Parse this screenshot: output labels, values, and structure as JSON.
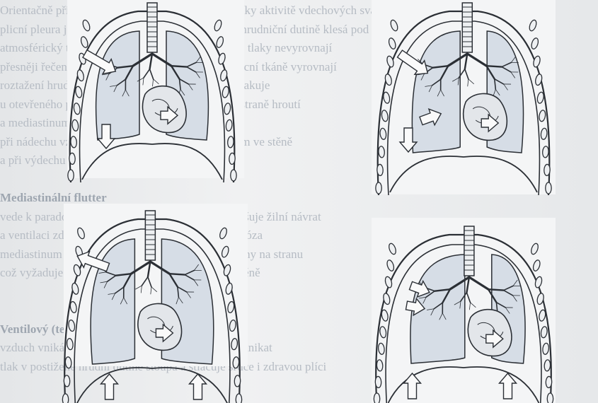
{
  "background_text": [
    "Orientačně připomínáme, že nadechnutí probíhá díky aktivitě vdechových svalů",
    "plicní pleura je napínána hrudní stěnou a tlak v pohrudniční dutině klesá pod",
    "atmosférický tlak; vzduch proudí do plic, dokud se tlaky nevyrovnají",
    "přesněji řečeno do okamžiku, kdy elastické síly plicní tkáně vyrovnají",
    "roztažení hrudníku při nádechu a celý proces se opakuje",
    "u otevřeného pneumotoraxu se plíce na postižené straně hroutí",
    "a mediastinum se přesouvá ke zdravé straně",
    "při nádechu vzduch vniká do hrudní dutiny otvorem ve stěně",
    "a při výdechu naopak uniká",
    "",
    "Mediastinální flutter",
    "vede k paradoxnímu pohybu mezihrudí, který narušuje žilní návrat",
    "a ventilaci zdravé plíce; objevuje se dušnost a cyanóza",
    "mediastinum se při každém dechu přesouvá ze strany na stranu",
    "což vyžaduje okamžité uzavření otvoru v hrudní stěně",
    "",
    "",
    "Ventilový (tenzní) pneumotorax",
    "vzduch vniká při vdechu, ale při výdechu nemůže unikat",
    "tlak v postižené hrudní dutině stoupá a stlačuje srdce i zdravou plíci"
  ],
  "figure": {
    "panels": [
      {
        "id": "top-left",
        "mediastinum_shift": 0.0
      },
      {
        "id": "top-right",
        "mediastinum_shift": 0.6
      },
      {
        "id": "bottom-left",
        "mediastinum_shift": -0.3
      },
      {
        "id": "bottom-right",
        "mediastinum_shift": 0.9
      }
    ],
    "colors": {
      "ink": "#2b2f35",
      "lung_fill": "#d6dde6",
      "paper": "#eef0f2"
    }
  }
}
